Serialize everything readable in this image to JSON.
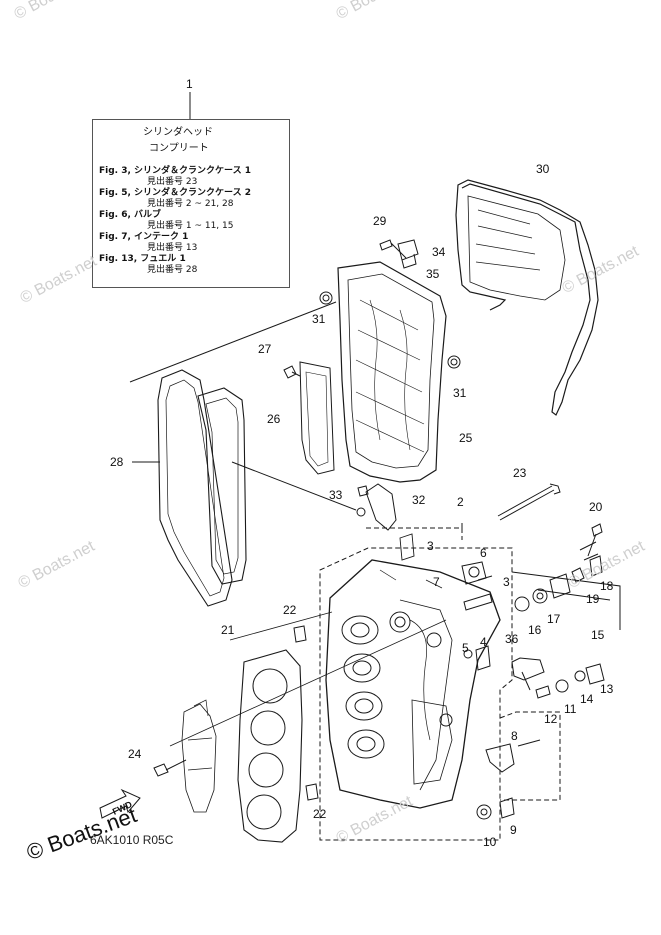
{
  "diagram": {
    "note": {
      "ref": "1",
      "title_1": "シリンダヘッド",
      "title_2": "コンプリート",
      "lines": [
        "Fig. 3, シリンダ＆クランクケース 1",
        "見出番号 23",
        "Fig. 5, シリンダ＆クランクケース 2",
        "見出番号 2 ~ 21, 28",
        "Fig. 6, バルブ",
        "見出番号 1 ~ 11, 15",
        "Fig. 7, インテーク 1",
        "見出番号 13",
        "Fig. 13, フュエル 1",
        "見出番号 28"
      ]
    },
    "callouts": {
      "c2": "2",
      "c3a": "3",
      "c3b": "3",
      "c4": "4",
      "c5": "5",
      "c6": "6",
      "c7": "7",
      "c8": "8",
      "c9": "9",
      "c10": "10",
      "c11": "11",
      "c12": "12",
      "c13": "13",
      "c14": "14",
      "c15": "15",
      "c16": "16",
      "c17": "17",
      "c18": "18",
      "c19": "19",
      "c20": "20",
      "c21": "21",
      "c22a": "22",
      "c22b": "22",
      "c23": "23",
      "c24": "24",
      "c25": "25",
      "c26": "26",
      "c27": "27",
      "c28": "28",
      "c29": "29",
      "c30": "30",
      "c31a": "31",
      "c31b": "31",
      "c32": "32",
      "c33": "33",
      "c34": "34",
      "c35": "35",
      "c36": "36"
    },
    "fwd_label": "FWD",
    "drawing_code": "6AK1010 R05C",
    "watermark": "© Boats.net",
    "brand": "© Boats.net"
  }
}
